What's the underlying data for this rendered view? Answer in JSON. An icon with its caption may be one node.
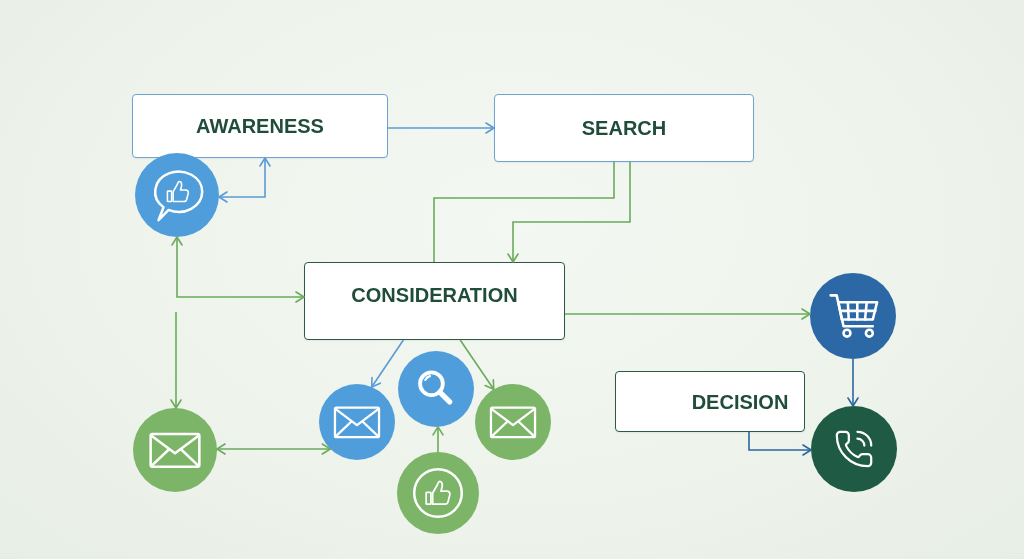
{
  "diagram": {
    "nodes": [
      {
        "text": [
          "AWARENESS"
        ]
      },
      {
        "text": [
          "SEARCH"
        ]
      },
      {
        "text": [
          "CONSIDERATION"
        ]
      },
      {
        "text": [
          "DECISION"
        ]
      },
      {
        "text": [],
        "shape": "circle"
      },
      {
        "text": [],
        "shape": "circle"
      },
      {
        "text": [],
        "shape": "circle"
      },
      {
        "text": [],
        "shape": "circle"
      },
      {
        "text": [],
        "shape": "circle"
      },
      {
        "text": [],
        "shape": "circle"
      },
      {
        "text": [],
        "shape": "circle"
      },
      {
        "text": [],
        "shape": "circle"
      }
    ],
    "edges": [
      {
        "from": 0,
        "to": 1,
        "arrow": "to",
        "color": "#5b9bd5"
      },
      {
        "from": 4,
        "to": 0,
        "arrow": "both",
        "color": "#5b9bd5"
      },
      {
        "from": 1,
        "to": 2,
        "arrow": "none"
      },
      {
        "from": 1,
        "to": 2,
        "arrow": "to"
      },
      {
        "from": 4,
        "to": 2,
        "arrow": "both"
      },
      {
        "from": null,
        "to": 5,
        "arrow": "to"
      },
      {
        "from": 5,
        "to": 6,
        "arrow": "both"
      },
      {
        "from": 2,
        "to": 6,
        "arrow": "to",
        "color": "#5b9bd5"
      },
      {
        "from": 2,
        "to": 8,
        "arrow": "to"
      },
      {
        "from": 9,
        "to": 7,
        "arrow": "to"
      },
      {
        "from": 2,
        "to": 10,
        "arrow": "to"
      },
      {
        "from": 10,
        "to": 11,
        "arrow": "to",
        "color": "#2e66a0"
      },
      {
        "from": 3,
        "to": 11,
        "arrow": "to",
        "color": "#2e66a0"
      }
    ]
  }
}
